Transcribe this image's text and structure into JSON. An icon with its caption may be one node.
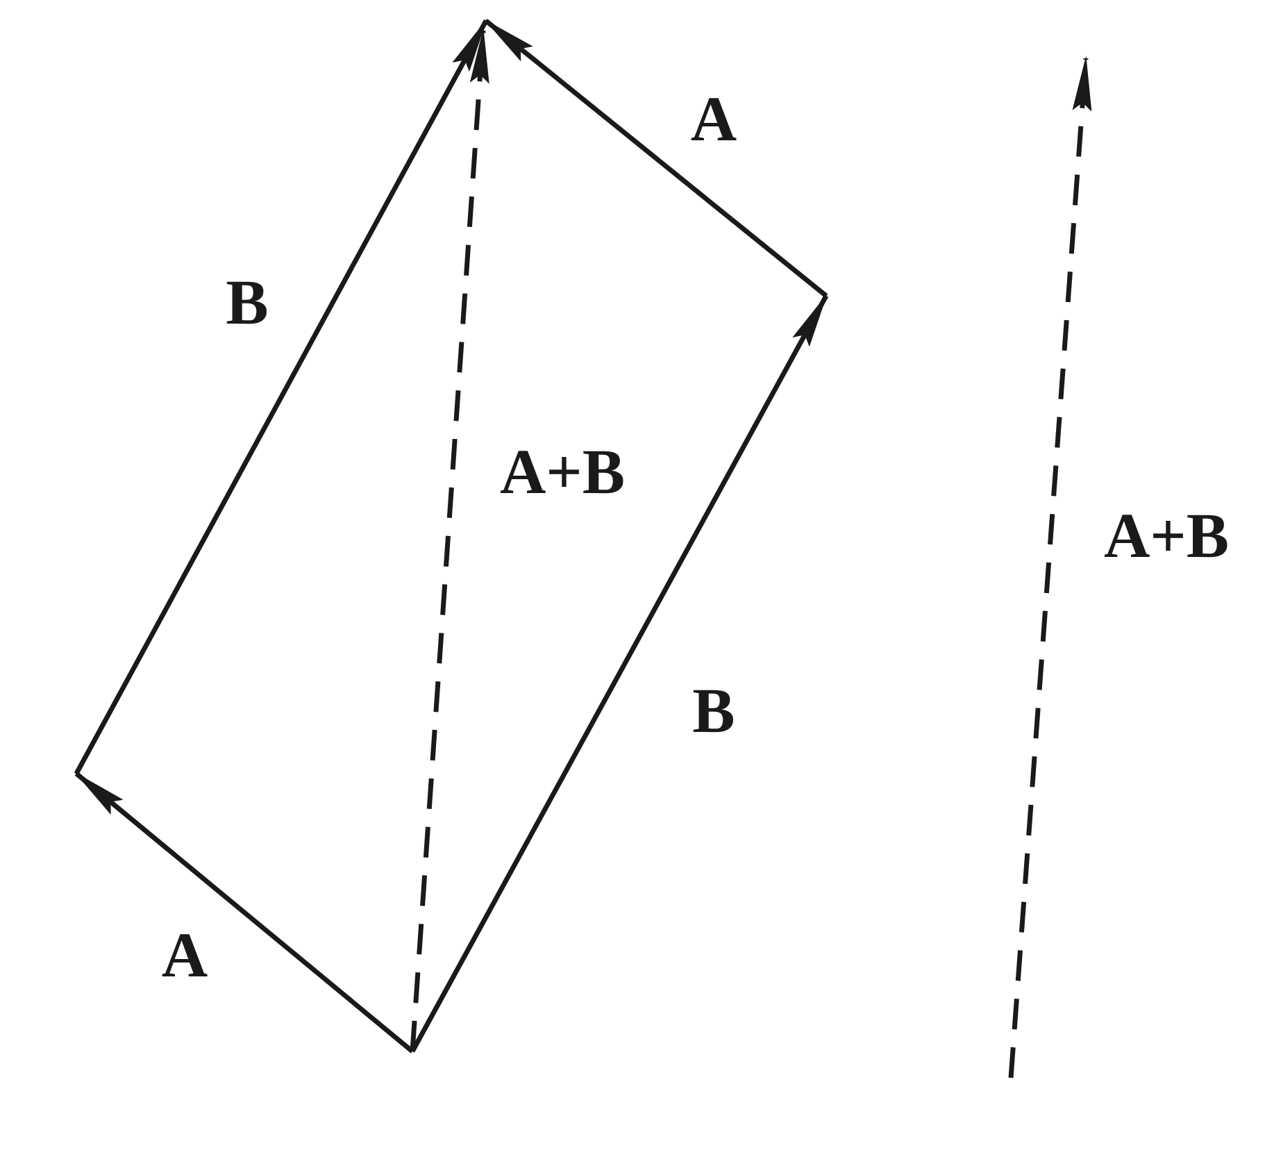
{
  "diagram": {
    "labels": [
      "A",
      "B",
      "A+B",
      "A+B",
      "B",
      "A"
    ]
  }
}
